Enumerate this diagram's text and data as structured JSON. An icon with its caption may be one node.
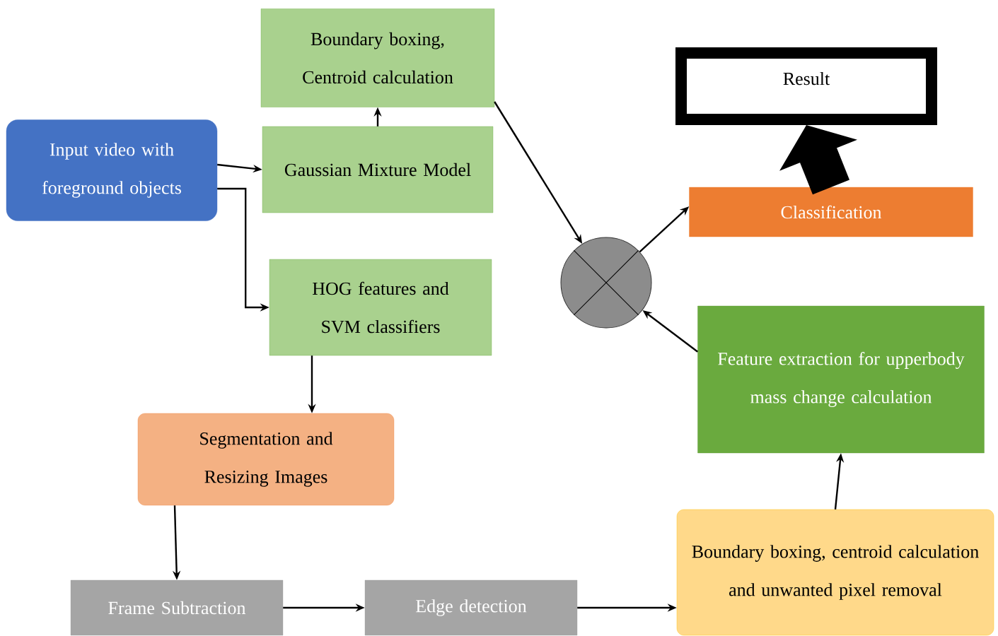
{
  "diagram": {
    "nodes": [
      {
        "text": [
          "Input video with foreground objects"
        ]
      },
      {
        "text": [
          "Boundary boxing, Centroid calculation"
        ]
      },
      {
        "text": [
          "Gaussian Mixture Model"
        ]
      },
      {
        "text": [
          "HOG features and SVM classifiers"
        ]
      },
      {
        "text": [
          "Segmentation and Resizing Images"
        ]
      },
      {
        "text": [
          "Frame Subtraction"
        ]
      },
      {
        "text": [
          "Edge detection"
        ]
      },
      {
        "text": [
          "Boundary boxing, centroid calculation and unwanted pixel removal"
        ]
      },
      {
        "text": [
          "Feature extraction for upperbody mass change calculation"
        ]
      },
      {
        "text": [],
        "shape": "circle"
      },
      {
        "text": [
          "Classification"
        ]
      },
      {
        "text": [
          "Result"
        ]
      }
    ],
    "edges": [
      {
        "from": 0,
        "to": 2,
        "arrow": "to"
      },
      {
        "from": 0,
        "to": 3,
        "arrow": "to"
      },
      {
        "from": 2,
        "to": 1,
        "arrow": "to"
      },
      {
        "from": 1,
        "to": 9,
        "arrow": "to"
      },
      {
        "from": 3,
        "to": 4,
        "arrow": "to"
      },
      {
        "from": 4,
        "to": 5,
        "arrow": "to"
      },
      {
        "from": 5,
        "to": 6,
        "arrow": "to"
      },
      {
        "from": 6,
        "to": 7,
        "arrow": "to"
      },
      {
        "from": 7,
        "to": 8,
        "arrow": "to"
      },
      {
        "from": 8,
        "to": 9,
        "arrow": "to"
      },
      {
        "from": 9,
        "to": 10,
        "arrow": "to"
      },
      {
        "from": 10,
        "to": 11,
        "arrow": "to",
        "style": "thick"
      }
    ]
  }
}
